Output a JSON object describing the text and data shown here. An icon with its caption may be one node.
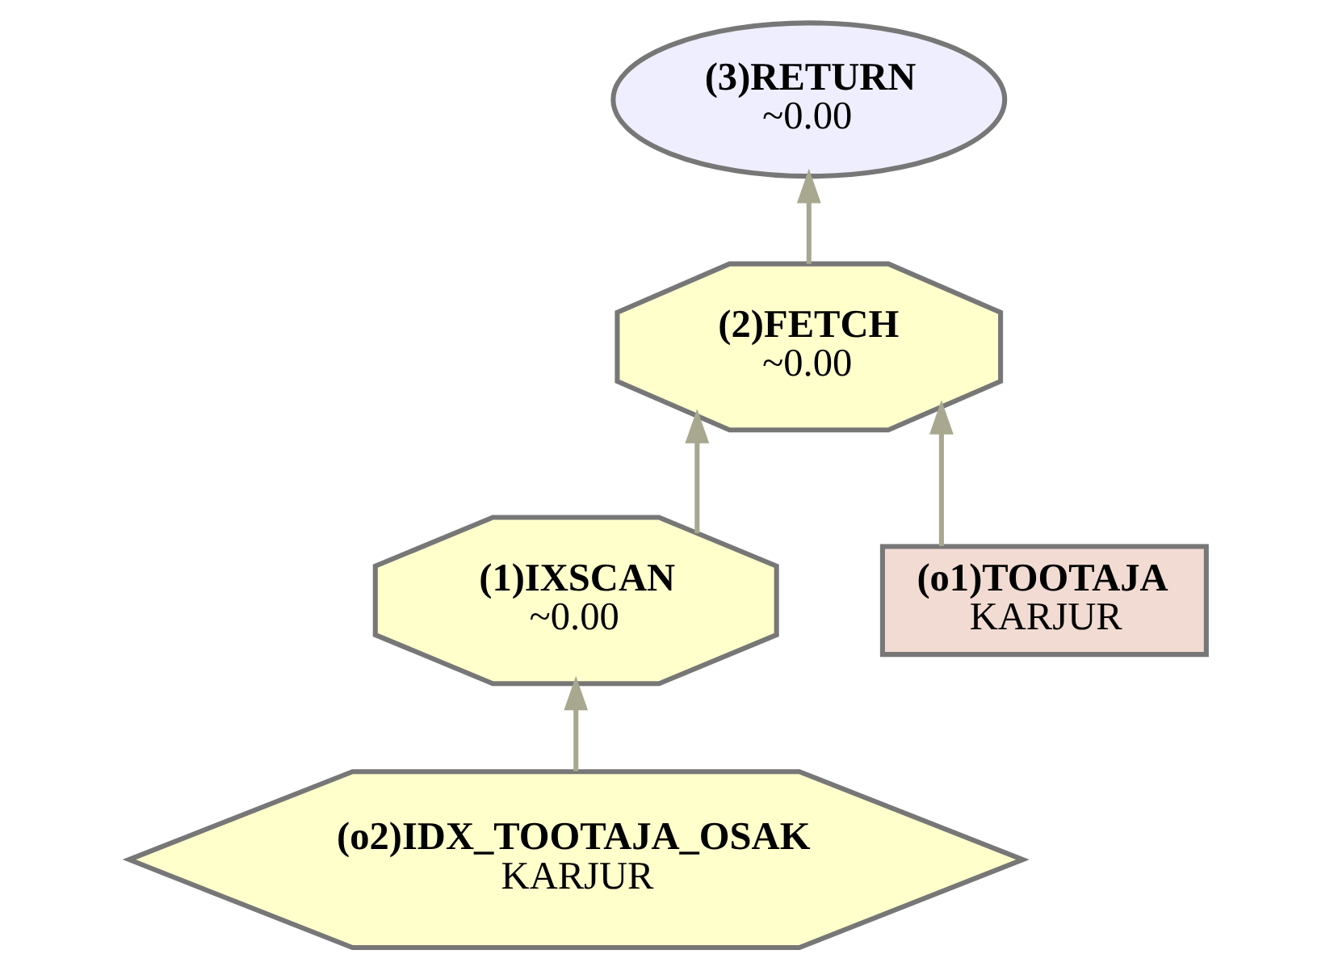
{
  "diagram": {
    "nodes": [
      {
        "text": [
          "(3)RETURN",
          "~0.00"
        ]
      },
      {
        "text": [
          "(2)FETCH",
          "~0.00"
        ]
      },
      {
        "text": [
          "(1)IXSCAN",
          "~0.00"
        ]
      },
      {
        "text": [
          "(o1)TOOTAJA",
          "KARJUR"
        ]
      },
      {
        "text": [
          "(o2)IDX_TOOTAJA_OSAK",
          "KARJUR"
        ]
      }
    ],
    "edges": [
      {
        "from": 1,
        "to": 0,
        "arrow": "to"
      },
      {
        "from": 2,
        "to": 1,
        "arrow": "to"
      },
      {
        "from": 3,
        "to": 1,
        "arrow": "to"
      },
      {
        "from": 4,
        "to": 2,
        "arrow": "to"
      }
    ]
  }
}
